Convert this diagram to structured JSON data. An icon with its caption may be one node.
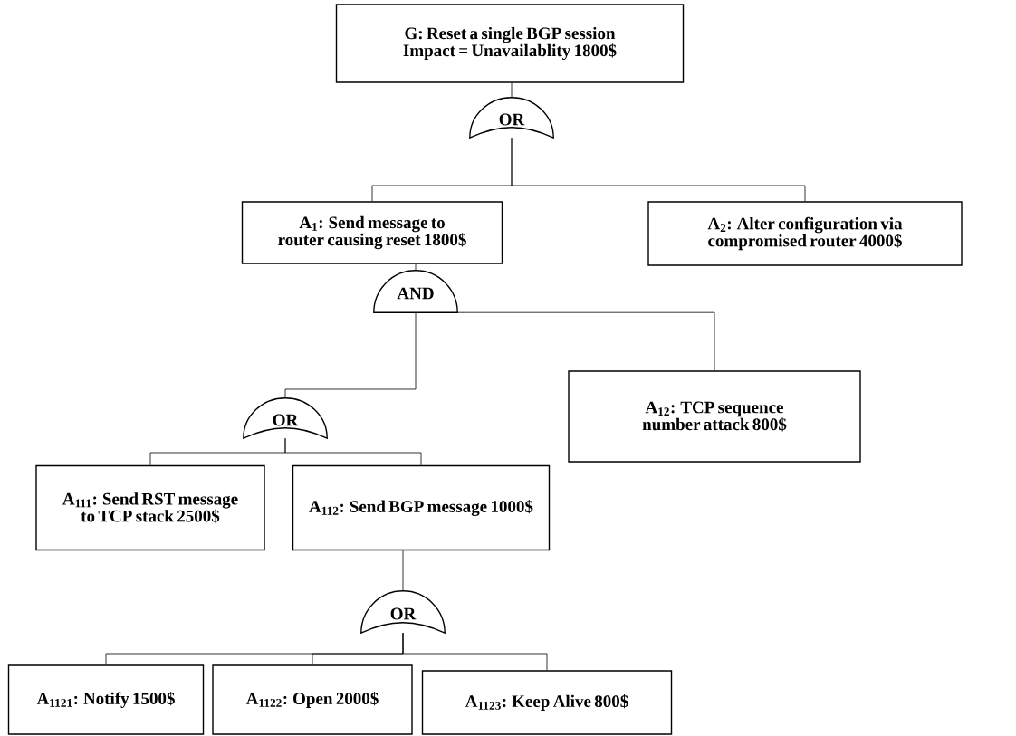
{
  "diagram": {
    "nodes": [
      {
        "text": [
          "G: Reset a single BGP session",
          "Impact = Unavailablity 1800$"
        ]
      },
      {
        "text": [
          "OR"
        ]
      },
      {
        "text": [
          "A$_{1}$: Send message to router causing reset 1800$"
        ]
      },
      {
        "text": [
          "A$_{2}$: Alter configuration via compromised router 4000$"
        ]
      },
      {
        "text": [
          "AND"
        ]
      },
      {
        "text": [
          "OR"
        ]
      },
      {
        "text": [
          "A$_{12}$: TCP sequence number attack 800$"
        ]
      },
      {
        "text": [
          "A$_{111}$: Send RST message to TCP stack 2500$"
        ]
      },
      {
        "text": [
          "A$_{112}$: Send BGP message 1000$"
        ]
      },
      {
        "text": [
          "OR"
        ]
      },
      {
        "text": [
          "A$_{1121}$: Notify 1500$"
        ]
      },
      {
        "text": [
          "A$_{1122}$: Open 2000$"
        ]
      },
      {
        "text": [
          "A$_{1123}$: Keep Alive 800$"
        ]
      }
    ],
    "edges": [
      {
        "from": 0,
        "to": 1,
        "arrow": "none"
      },
      {
        "from": 1,
        "to": 2,
        "arrow": "none"
      },
      {
        "from": 1,
        "to": 3,
        "arrow": "none"
      },
      {
        "from": 2,
        "to": 4,
        "arrow": "none"
      },
      {
        "from": 4,
        "to": 5,
        "arrow": "none"
      },
      {
        "from": 4,
        "to": 6,
        "arrow": "none"
      },
      {
        "from": 5,
        "to": 7,
        "arrow": "none"
      },
      {
        "from": 5,
        "to": 8,
        "arrow": "none"
      },
      {
        "from": 8,
        "to": 9,
        "arrow": "none"
      },
      {
        "from": 9,
        "to": 10,
        "arrow": "none"
      },
      {
        "from": 9,
        "to": 11,
        "arrow": "none"
      },
      {
        "from": 9,
        "to": 12,
        "arrow": "none"
      }
    ]
  }
}
